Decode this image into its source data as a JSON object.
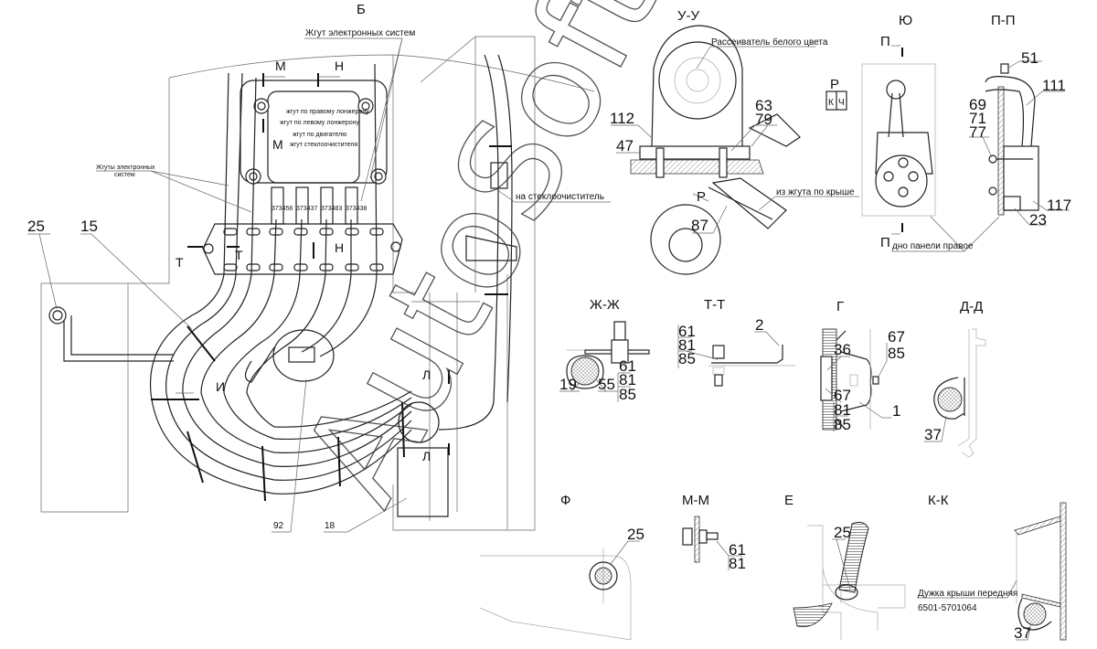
{
  "view_b": {
    "title": "Б",
    "harness_electronic": "Жгут электронных систем",
    "harnesses_electronic_1": "Жгуты электронных",
    "harnesses_electronic_2": "систем",
    "route_right": "жгут по правому лонжерону",
    "route_left": "жгут по левому лонжерону",
    "route_engine": "жгут по двигателю",
    "route_wiper": "жгут стеклоочистителя",
    "connector_codes": [
      "373456",
      "373437",
      "373483",
      "373438"
    ],
    "to_wiper": "на стеклоочиститель",
    "cut_m": "М",
    "cut_n": "Н",
    "cut_t": "Т",
    "cut_i": "И",
    "cut_l": "Л",
    "refs": {
      "p25": "25",
      "p15": "15",
      "p92": "92",
      "p18": "18"
    }
  },
  "section_uu": {
    "title": "У-У",
    "diffuser": "Рассеиватель белого цвета",
    "from_roof": "из жгута по крыше",
    "refs": {
      "p112": "112",
      "p47": "47",
      "p63": "63",
      "p79": "79",
      "p87": "87"
    },
    "view_r": "Р"
  },
  "view_r": {
    "title": "Р",
    "left": "К",
    "right": "Ч"
  },
  "view_yu": {
    "title": "Ю",
    "cut": "П",
    "panel_bottom": "дно панели правое"
  },
  "section_pp": {
    "title": "П-П",
    "refs": {
      "p51": "51",
      "p111": "111",
      "p69": "69",
      "p71": "71",
      "p77": "77",
      "p117": "117",
      "p23": "23"
    }
  },
  "section_zhzh": {
    "title": "Ж-Ж",
    "refs": {
      "p19": "19",
      "p55": "55",
      "p61": "61",
      "p81": "81",
      "p85": "85"
    }
  },
  "section_tt": {
    "title": "Т-Т",
    "refs": {
      "p61": "61",
      "p81": "81",
      "p85": "85",
      "p2": "2"
    }
  },
  "view_g": {
    "title": "Г",
    "refs": {
      "p36": "36",
      "p67a": "67",
      "p81": "81",
      "p85a": "85",
      "p67b": "67",
      "p85b": "85",
      "p1": "1"
    }
  },
  "section_dd": {
    "title": "Д-Д",
    "refs": {
      "p37": "37"
    }
  },
  "view_f": {
    "title": "Ф",
    "refs": {
      "p25": "25"
    }
  },
  "section_mm": {
    "title": "М-М",
    "refs": {
      "p61": "61",
      "p81": "81"
    }
  },
  "view_e": {
    "title": "Е",
    "refs": {
      "p25": "25"
    }
  },
  "section_kk": {
    "title": "К-К",
    "roof_bow": "Дужка крыши передняя",
    "part_number": "6501-5701064",
    "refs": {
      "p37": "37"
    }
  },
  "watermark": "AutoSoft"
}
